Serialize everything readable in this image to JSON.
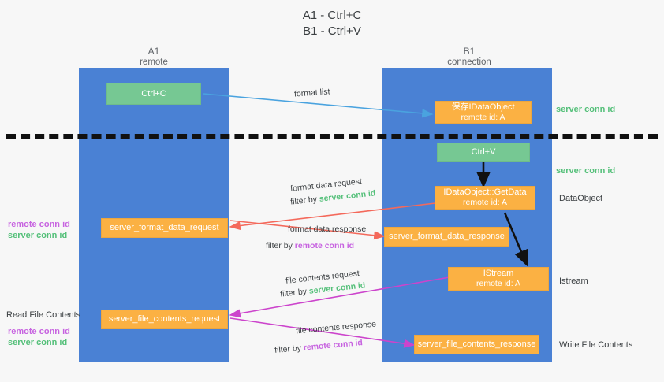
{
  "title": {
    "line1": "A1 - Ctrl+C",
    "line2": "B1 - Ctrl+V"
  },
  "columns": {
    "left": {
      "name": "A1",
      "role": "remote"
    },
    "right": {
      "name": "B1",
      "role": "connection"
    }
  },
  "boxes": {
    "ctrl_c": {
      "label": "Ctrl+C",
      "color": "#76c893"
    },
    "save_dataobject": {
      "line1": "保存IDataObject",
      "line2": "remote id: A",
      "color": "#fbb143"
    },
    "ctrl_v": {
      "label": "Ctrl+V",
      "color": "#76c893"
    },
    "getdata": {
      "line1": "IDataObject::GetData",
      "line2": "remote id: A",
      "color": "#fbb143"
    },
    "format_req": {
      "label": "server_format_data_request",
      "color": "#fbb143"
    },
    "format_resp": {
      "label": "server_format_data_response",
      "color": "#fbb143"
    },
    "istream": {
      "line1": "IStream",
      "line2": "remote id: A",
      "color": "#fbb143"
    },
    "file_req": {
      "label": "server_file_contents_request",
      "color": "#fbb143"
    },
    "file_resp": {
      "label": "server_file_contents_response",
      "color": "#fbb143"
    }
  },
  "annotations": {
    "format_list": "format list",
    "fmt_data_req": "format data request",
    "fmt_data_req_filter_prefix": "filter by ",
    "fmt_data_req_filter_key": "server conn id",
    "fmt_data_resp": "format data response",
    "fmt_data_resp_filter_prefix": "filter by ",
    "fmt_data_resp_filter_key": "remote conn id",
    "file_contents_req": "file contents request",
    "file_req_filter_prefix": "filter by ",
    "file_req_filter_key": "server conn id",
    "file_contents_resp": "file contents response",
    "file_resp_filter_prefix": "filter by ",
    "file_resp_filter_key": "remote conn id"
  },
  "side_labels": {
    "left_remote_conn_id": "remote conn id",
    "left_server_conn_id": "server conn id",
    "read_file_contents": "Read File Contents",
    "left2_remote_conn_id": "remote conn id",
    "left2_server_conn_id": "server conn id",
    "right_server_conn_id_top": "server conn id",
    "right_server_conn_id_mid": "server conn id",
    "right_dataobject": "DataObject",
    "right_istream": "Istream",
    "right_write_file_contents": "Write File Contents"
  },
  "colors": {
    "lane": "#4a81d4",
    "green_box": "#76c893",
    "orange_box": "#fbb143",
    "green_text": "#55c07a",
    "magenta_text": "#c763e0",
    "arrow_blue": "#4aa3df",
    "arrow_red": "#f4695b",
    "arrow_magenta": "#cc44cc",
    "arrow_dark": "#111111",
    "divider": "#111111",
    "background": "#f7f7f7"
  }
}
